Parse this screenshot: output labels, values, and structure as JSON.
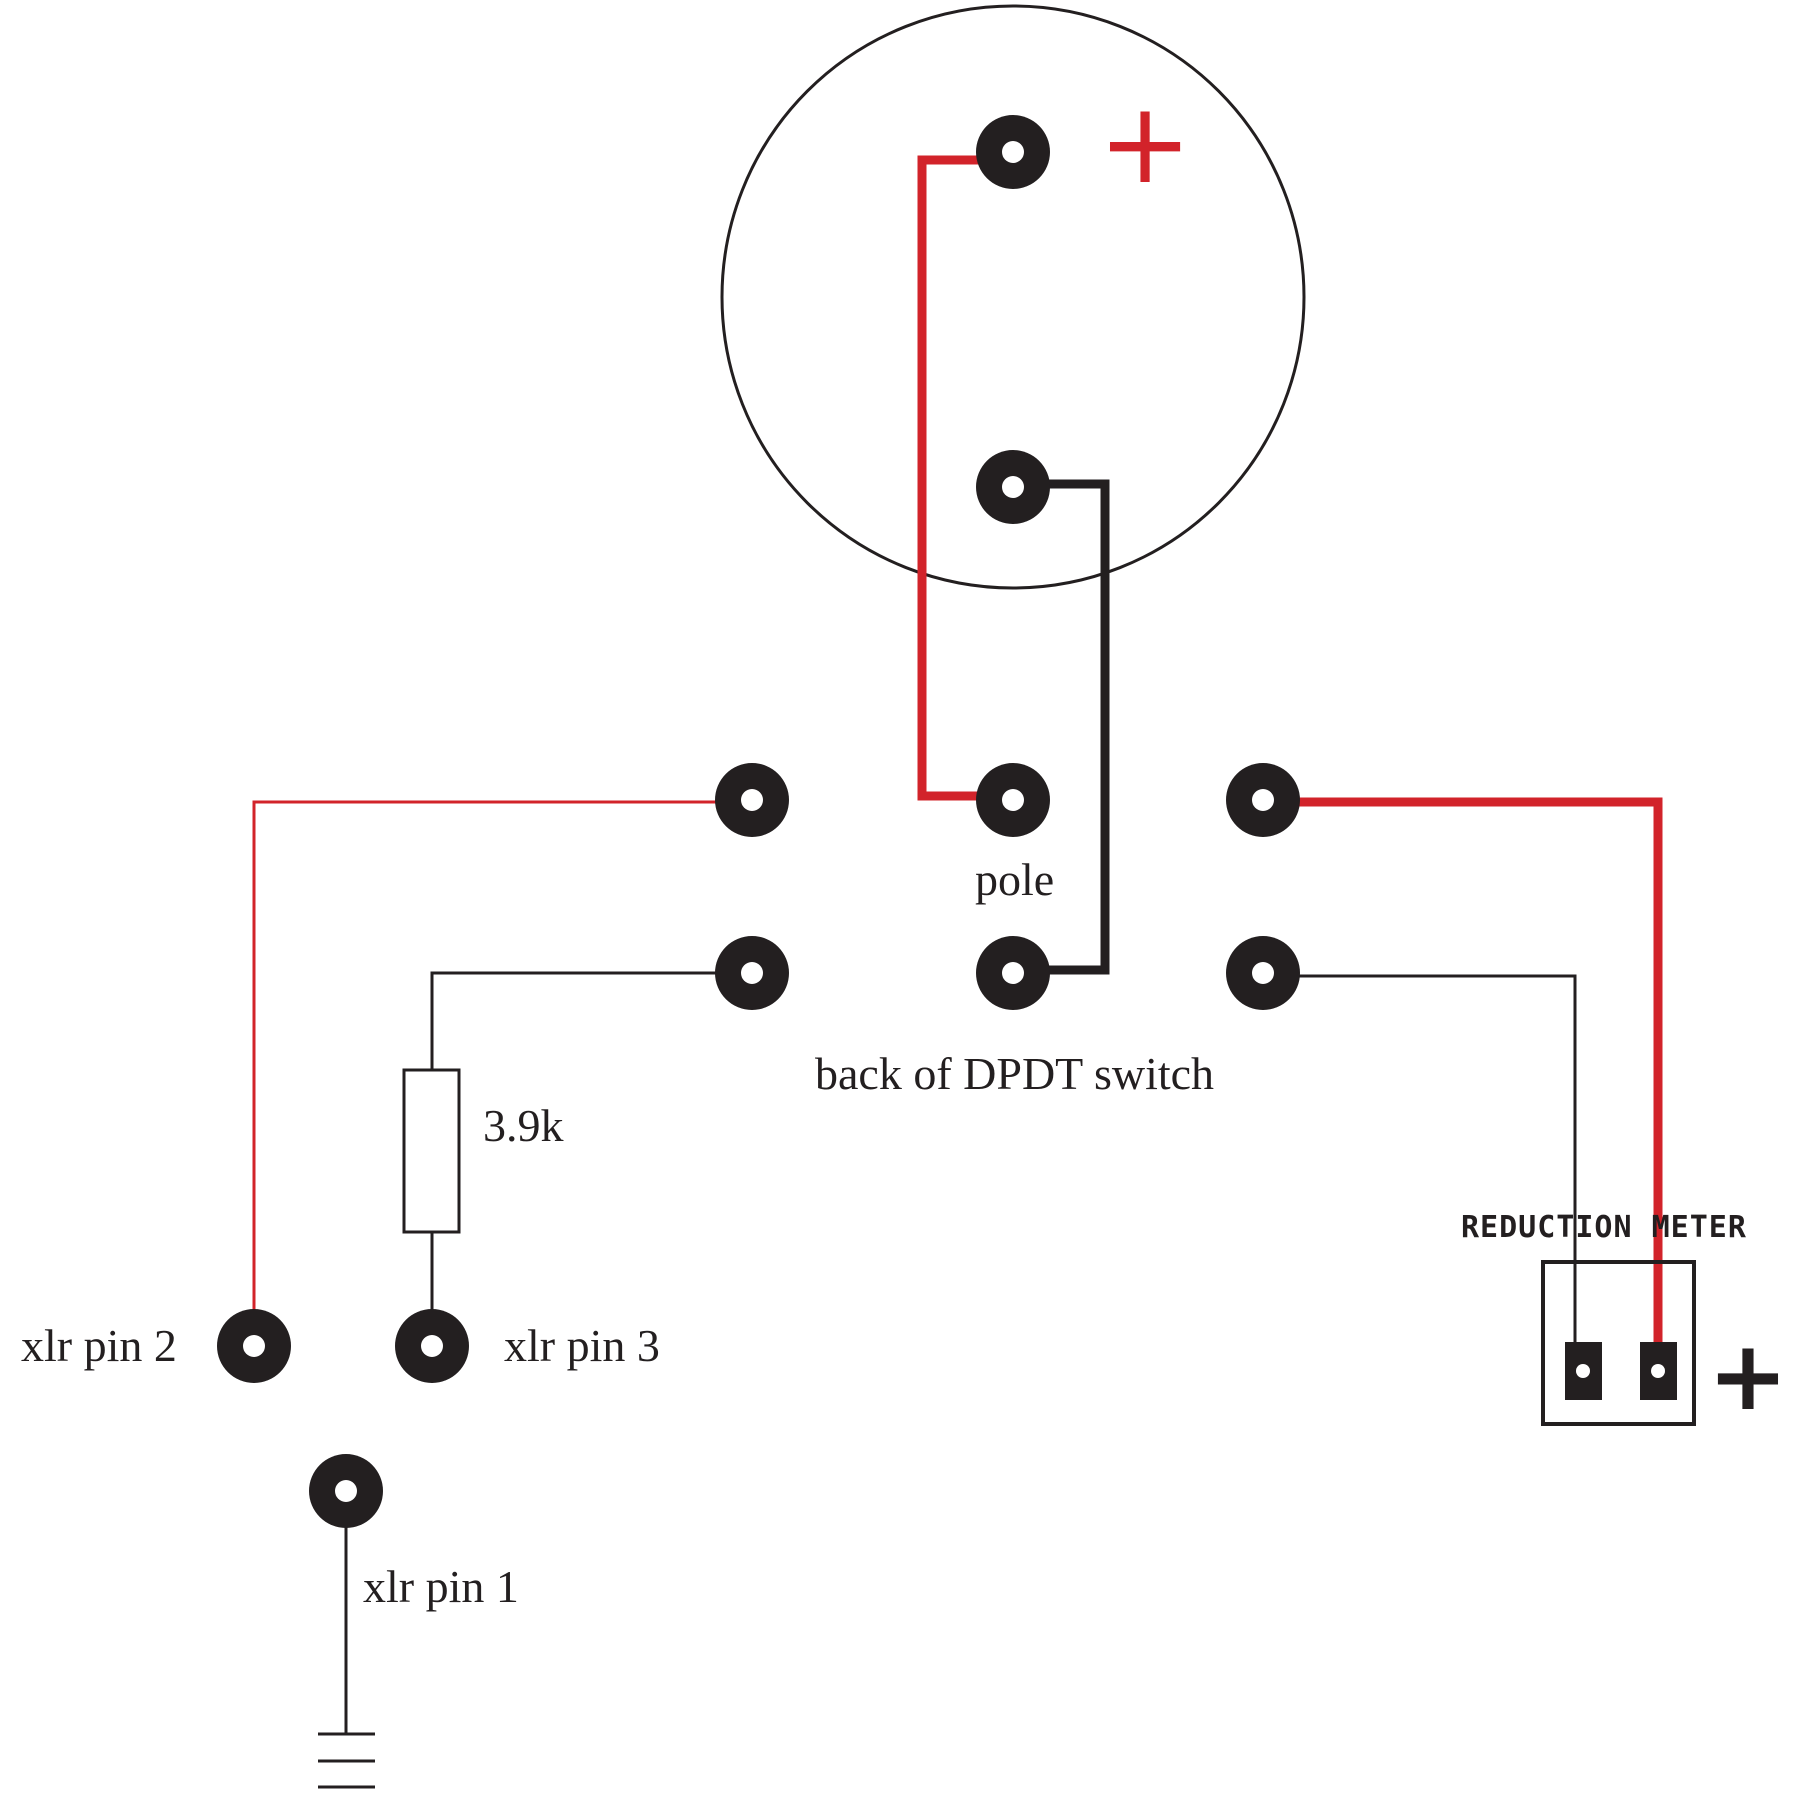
{
  "labels": {
    "pole": "pole",
    "switch": "back of DPDT switch",
    "resistor": "3.9k",
    "xlr_pin_2": "xlr pin 2",
    "xlr_pin_3": "xlr pin 3",
    "xlr_pin_1": "xlr pin 1",
    "meter": "REDUCTION METER"
  },
  "symbols": {
    "plus_top": "+",
    "plus_meter": "+"
  },
  "colors": {
    "wire_red": "#d2232a",
    "wire_black": "#231f20",
    "background": "#ffffff"
  }
}
